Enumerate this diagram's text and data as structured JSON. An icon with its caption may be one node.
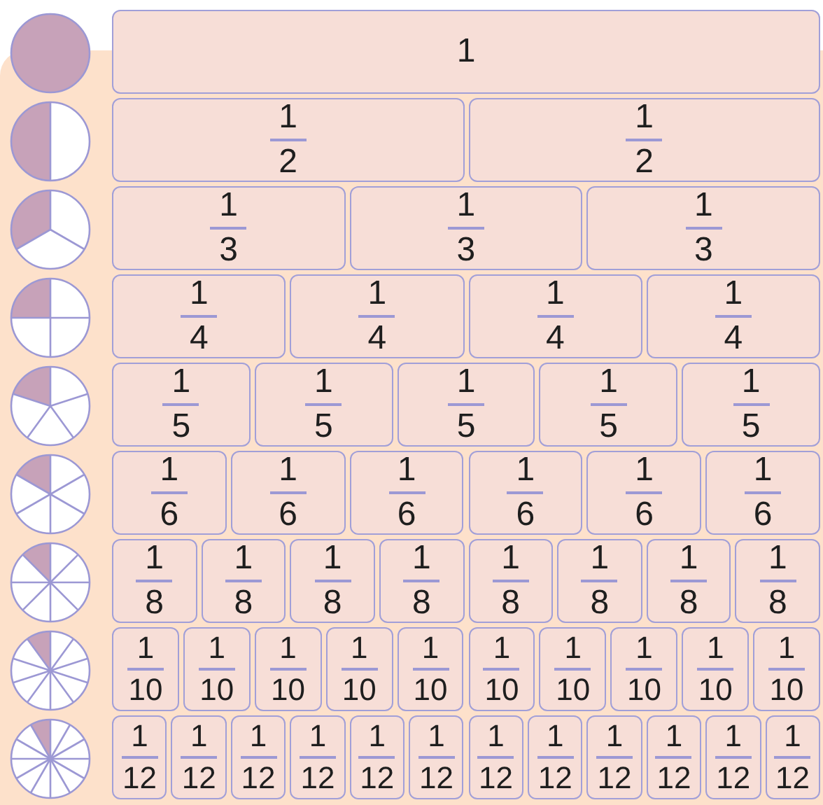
{
  "diagram": {
    "nodes": [
      {
        "text": [],
        "shape": "circle"
      },
      {
        "text": [
          "1"
        ]
      },
      {
        "text": [],
        "shape": "circle"
      },
      {
        "text": [
          "1",
          "2"
        ]
      },
      {
        "text": [
          "1",
          "2"
        ]
      },
      {
        "text": [],
        "shape": "circle"
      },
      {
        "text": [
          "1",
          "3"
        ]
      },
      {
        "text": [
          "1",
          "3"
        ]
      },
      {
        "text": [
          "1",
          "3"
        ]
      },
      {
        "text": [],
        "shape": "circle"
      },
      {
        "text": [
          "1",
          "4"
        ]
      },
      {
        "text": [
          "1",
          "4"
        ]
      },
      {
        "text": [
          "1",
          "4"
        ]
      },
      {
        "text": [
          "1",
          "4"
        ]
      },
      {
        "text": [],
        "shape": "circle"
      },
      {
        "text": [
          "1",
          "5"
        ]
      },
      {
        "text": [
          "1",
          "5"
        ]
      },
      {
        "text": [
          "1",
          "5"
        ]
      },
      {
        "text": [
          "1",
          "5"
        ]
      },
      {
        "text": [
          "1",
          "5"
        ]
      },
      {
        "text": [],
        "shape": "circle"
      },
      {
        "text": [
          "1",
          "6"
        ]
      },
      {
        "text": [
          "1",
          "6"
        ]
      },
      {
        "text": [
          "1",
          "6"
        ]
      },
      {
        "text": [
          "1",
          "6"
        ]
      },
      {
        "text": [
          "1",
          "6"
        ]
      },
      {
        "text": [
          "1",
          "6"
        ]
      },
      {
        "text": [],
        "shape": "circle"
      },
      {
        "text": [
          "1",
          "8"
        ]
      },
      {
        "text": [
          "1",
          "8"
        ]
      },
      {
        "text": [
          "1",
          "8"
        ]
      },
      {
        "text": [
          "1",
          "8"
        ]
      },
      {
        "text": [
          "1",
          "8"
        ]
      },
      {
        "text": [
          "1",
          "8"
        ]
      },
      {
        "text": [
          "1",
          "8"
        ]
      },
      {
        "text": [
          "1",
          "8"
        ]
      },
      {
        "text": [],
        "shape": "circle"
      },
      {
        "text": [
          "1",
          "10"
        ]
      },
      {
        "text": [
          "1",
          "10"
        ]
      },
      {
        "text": [
          "1",
          "10"
        ]
      },
      {
        "text": [
          "1",
          "10"
        ]
      },
      {
        "text": [
          "1",
          "10"
        ]
      },
      {
        "text": [
          "1",
          "10"
        ]
      },
      {
        "text": [
          "1",
          "10"
        ]
      },
      {
        "text": [
          "1",
          "10"
        ]
      },
      {
        "text": [
          "1",
          "10"
        ]
      },
      {
        "text": [
          "1",
          "10"
        ]
      },
      {
        "text": [],
        "shape": "circle"
      },
      {
        "text": [
          "1",
          "12"
        ]
      },
      {
        "text": [
          "1",
          "12"
        ]
      },
      {
        "text": [
          "1",
          "12"
        ]
      },
      {
        "text": [
          "1",
          "12"
        ]
      },
      {
        "text": [
          "1",
          "12"
        ]
      },
      {
        "text": [
          "1",
          "12"
        ]
      },
      {
        "text": [
          "1",
          "12"
        ]
      },
      {
        "text": [
          "1",
          "12"
        ]
      },
      {
        "text": [
          "1",
          "12"
        ]
      },
      {
        "text": [
          "1",
          "12"
        ]
      },
      {
        "text": [
          "1",
          "12"
        ]
      },
      {
        "text": [
          "1",
          "12"
        ]
      }
    ]
  }
}
